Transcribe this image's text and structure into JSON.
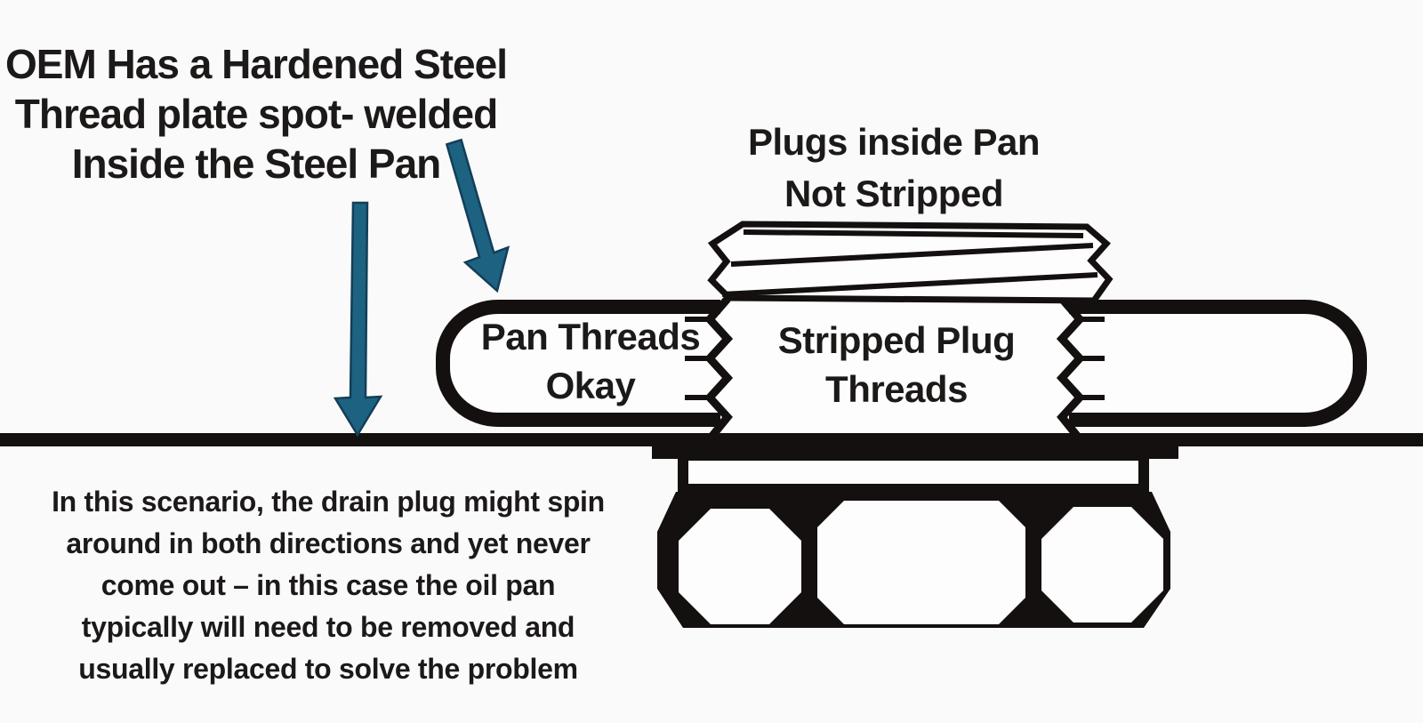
{
  "heading": {
    "lines": {
      "0": "OEM Has a Hardened Steel",
      "1": "Thread plate spot- welded",
      "2": "Inside the Steel Pan"
    }
  },
  "plug_top_label": {
    "lines": {
      "0": "Plugs inside Pan",
      "1": "Not Stripped"
    }
  },
  "plate_label": {
    "lines": {
      "0": "Pan Threads",
      "1": "Okay"
    }
  },
  "plug_label": {
    "lines": {
      "0": "Stripped Plug",
      "1": "Threads"
    }
  },
  "footer": {
    "lines": {
      "0": "In this scenario, the drain plug might spin",
      "1": "around in both directions and yet never",
      "2": "come out – in this case the oil pan",
      "3": "typically will need to be removed and",
      "4": "usually replaced to solve the problem"
    }
  },
  "colors": {
    "background": "#fbfafa",
    "ink": "#141010",
    "text": "#1c1919",
    "arrow_fill": "#1d6280",
    "arrow_stroke": "#123f58"
  },
  "icons": {
    "down_arrow": "down-arrow-icon",
    "diagonal_arrow": "diagonal-down-right-arrow-icon"
  }
}
